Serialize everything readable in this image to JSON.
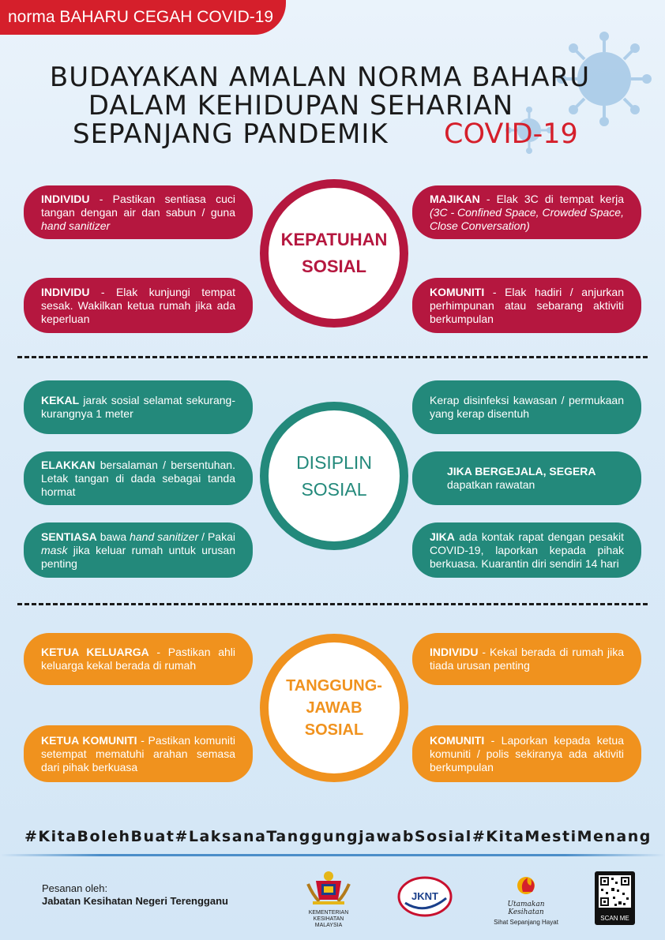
{
  "header_tag": "norma BAHARU CEGAH COVID-19",
  "title": {
    "line1": "BUDAYAKAN AMALAN NORMA BAHARU",
    "line2": "DALAM KEHIDUPAN SEHARIAN",
    "line3": "SEPANJANG PANDEMIK",
    "highlight": "COVID-19"
  },
  "colors": {
    "red": "#d51f2b",
    "crimson": "#b5173f",
    "teal": "#23897b",
    "orange": "#f0921e"
  },
  "sections": {
    "kepatuhan": {
      "circle": [
        "KEPATUHAN",
        "SOSIAL"
      ],
      "left1": {
        "bold": "INDIVIDU",
        "text": " - Pastikan sentiasa cuci tangan dengan air dan sabun / guna ",
        "italic": "hand sanitizer"
      },
      "left2": {
        "bold": "INDIVIDU",
        "text": " - Elak kunjungi tempat sesak. Wakilkan ketua rumah jika ada keperluan"
      },
      "right1": {
        "bold": "MAJIKAN",
        "text": " - Elak 3C di tempat kerja ",
        "italic": "(3C - Confined Space, Crowded Space, Close Conversation)"
      },
      "right2": {
        "bold": "KOMUNITI",
        "text": " - Elak hadiri / anjurkan perhimpunan atau sebarang aktiviti berkumpulan"
      }
    },
    "disiplin": {
      "circle": [
        "DISIPLIN",
        "SOSIAL"
      ],
      "left1": {
        "bold": "KEKAL",
        "text": " jarak sosial selamat sekurang-kurangnya 1 meter"
      },
      "left2": {
        "bold": "ELAKKAN",
        "text": " bersalaman / bersentuhan. Letak tangan di dada sebagai tanda hormat"
      },
      "left3": {
        "bold": "SENTIASA",
        "text1": " bawa ",
        "italic1": "hand sanitizer",
        "text2": " / Pakai ",
        "italic2": "mask",
        "text3": " jika keluar rumah untuk urusan penting"
      },
      "right1": {
        "text": "Kerap disinfeksi kawasan / permukaan yang kerap disentuh"
      },
      "right2": {
        "bold": "JIKA BERGEJALA, SEGERA",
        "text": "dapatkan rawatan"
      },
      "right3": {
        "bold": "JIKA",
        "text": " ada kontak rapat dengan pesakit COVID-19, laporkan kepada pihak berkuasa. Kuarantin diri sendiri 14 hari"
      }
    },
    "tanggungjawab": {
      "circle": [
        "TANGGUNG-",
        "JAWAB",
        "SOSIAL"
      ],
      "left1": {
        "bold": "KETUA KELUARGA",
        "text": " - Pastikan ahli keluarga kekal berada di rumah"
      },
      "left2": {
        "bold": "KETUA KOMUNITI",
        "text": " - Pastikan komuniti setempat mematuhi arahan semasa dari pihak berkuasa"
      },
      "right1": {
        "bold": "INDIVIDU",
        "text": " - Kekal berada di rumah jika tiada urusan penting"
      },
      "right2": {
        "bold": "KOMUNITI",
        "text": " - Laporkan kepada ketua komuniti / polis sekiranya ada aktiviti berkumpulan"
      }
    }
  },
  "hashtags": [
    "#KitaBolehBuat",
    "#LaksanaTanggungjawabSosial",
    "#KitaMestiMenang"
  ],
  "footer": {
    "pesanan_label": "Pesanan oleh:",
    "pesanan_org": "Jabatan Kesihatan Negeri Terengganu",
    "kkm_caption1": "KEMENTERIAN KESIHATAN",
    "kkm_caption2": "MALAYSIA",
    "jknt_logo": "JKNT",
    "slogan1": "Utamakan Kesihatan",
    "slogan2": "Sihat Sepanjang Hayat",
    "qr_label": "SCAN ME"
  }
}
